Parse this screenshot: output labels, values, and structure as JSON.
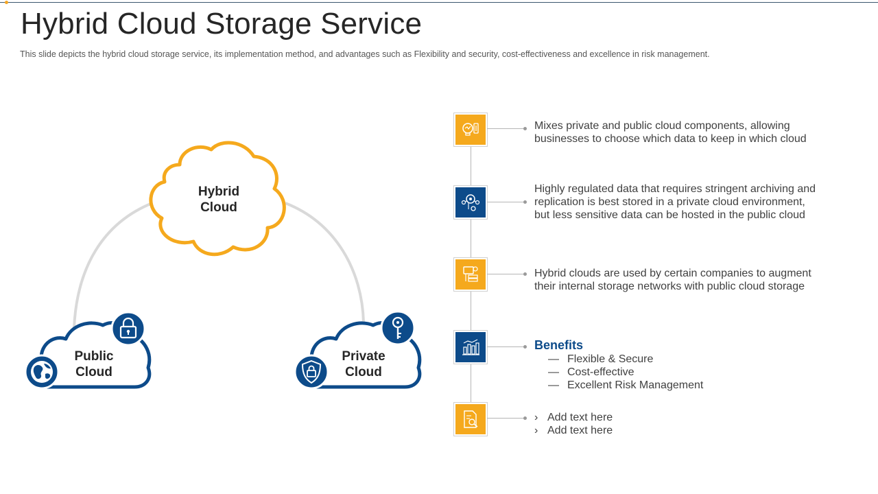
{
  "slide": {
    "title": "Hybrid Cloud Storage Service",
    "subtitle": "This slide depicts the hybrid cloud storage service, its implementation method, and advantages such as Flexibility and security, cost-effectiveness and excellence in risk management."
  },
  "diagram": {
    "hybrid_label": [
      "Hybrid",
      "Cloud"
    ],
    "public_label": [
      "Public",
      "Cloud"
    ],
    "private_label": [
      "Private",
      "Cloud"
    ]
  },
  "points": {
    "p1": [
      "Mixes private and public cloud components, allowing",
      "businesses to choose which data to keep in which cloud"
    ],
    "p2": [
      "Highly regulated data that requires stringent archiving and",
      "replication is best stored in a private cloud environment,",
      "but less sensitive data can be hosted in the public cloud"
    ],
    "p3": [
      "Hybrid clouds are used by certain companies to augment",
      "their internal storage networks with public cloud storage"
    ],
    "benefits_title": "Benefits",
    "benefits": [
      "Flexible & Secure",
      "Cost-effective",
      "Excellent Risk Management"
    ],
    "add_text": [
      "Add text here",
      "Add text here"
    ]
  },
  "symbols": {
    "dash": "—",
    "chevron": "›"
  },
  "colors": {
    "orange": "#f5a91d",
    "blue": "#0d4b8a",
    "arc": "#d9d9d9"
  },
  "icons": [
    "idea-icon",
    "network-settings-icon",
    "storage-network-icon",
    "bar-chart-icon",
    "document-search-icon",
    "globe-icon",
    "lock-icon",
    "key-icon",
    "shield-lock-icon"
  ]
}
